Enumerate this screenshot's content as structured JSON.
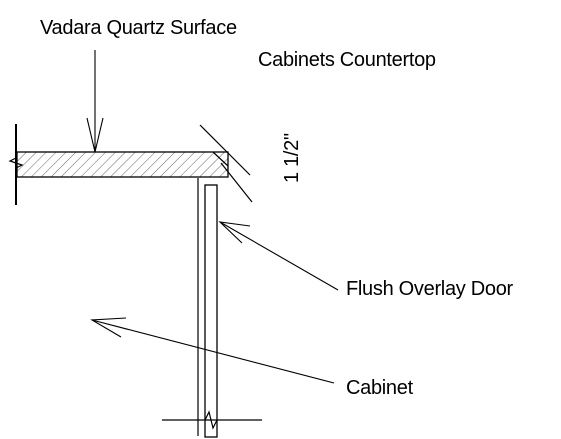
{
  "title": "Cabinets Countertop",
  "labels": {
    "surface": "Vadara Quartz Surface",
    "door": "Flush Overlay Door",
    "cabinet": "Cabinet",
    "thickness": "1 1/2\""
  },
  "colors": {
    "line": "#000000",
    "background": "#ffffff"
  }
}
